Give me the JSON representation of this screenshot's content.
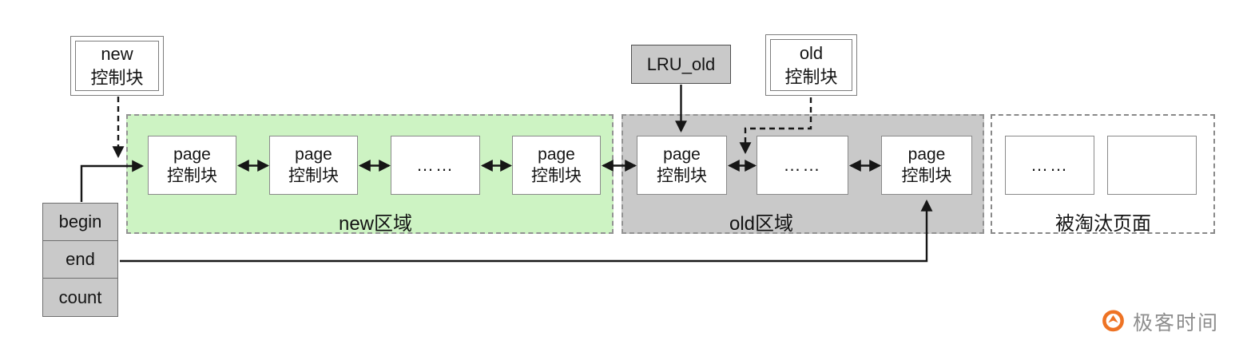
{
  "controls": {
    "new_block": {
      "line1": "new",
      "line2": "控制块"
    },
    "old_block": {
      "line1": "old",
      "line2": "控制块"
    },
    "lru_old": {
      "label": "LRU_old"
    }
  },
  "pointers": [
    "begin",
    "end",
    "count"
  ],
  "blocks": {
    "page_line1": "page",
    "page_line2": "控制块",
    "ellipsis": "……"
  },
  "regions": {
    "new": {
      "label": "new区域",
      "fill": "#cdf3c3"
    },
    "old": {
      "label": "old区域",
      "fill": "#c9c9c9"
    },
    "evicted": {
      "label": "被淘汰页面",
      "fill": "#ffffff"
    }
  },
  "colors": {
    "arrow": "#161616",
    "region_border": "#929292",
    "node_border": "#8a8a8a",
    "gray_box_fill": "#c9c9c9",
    "logo_orange": "#ee7324",
    "brand_text": "#8e8e8e"
  },
  "footer": {
    "brand": "极客时间"
  }
}
